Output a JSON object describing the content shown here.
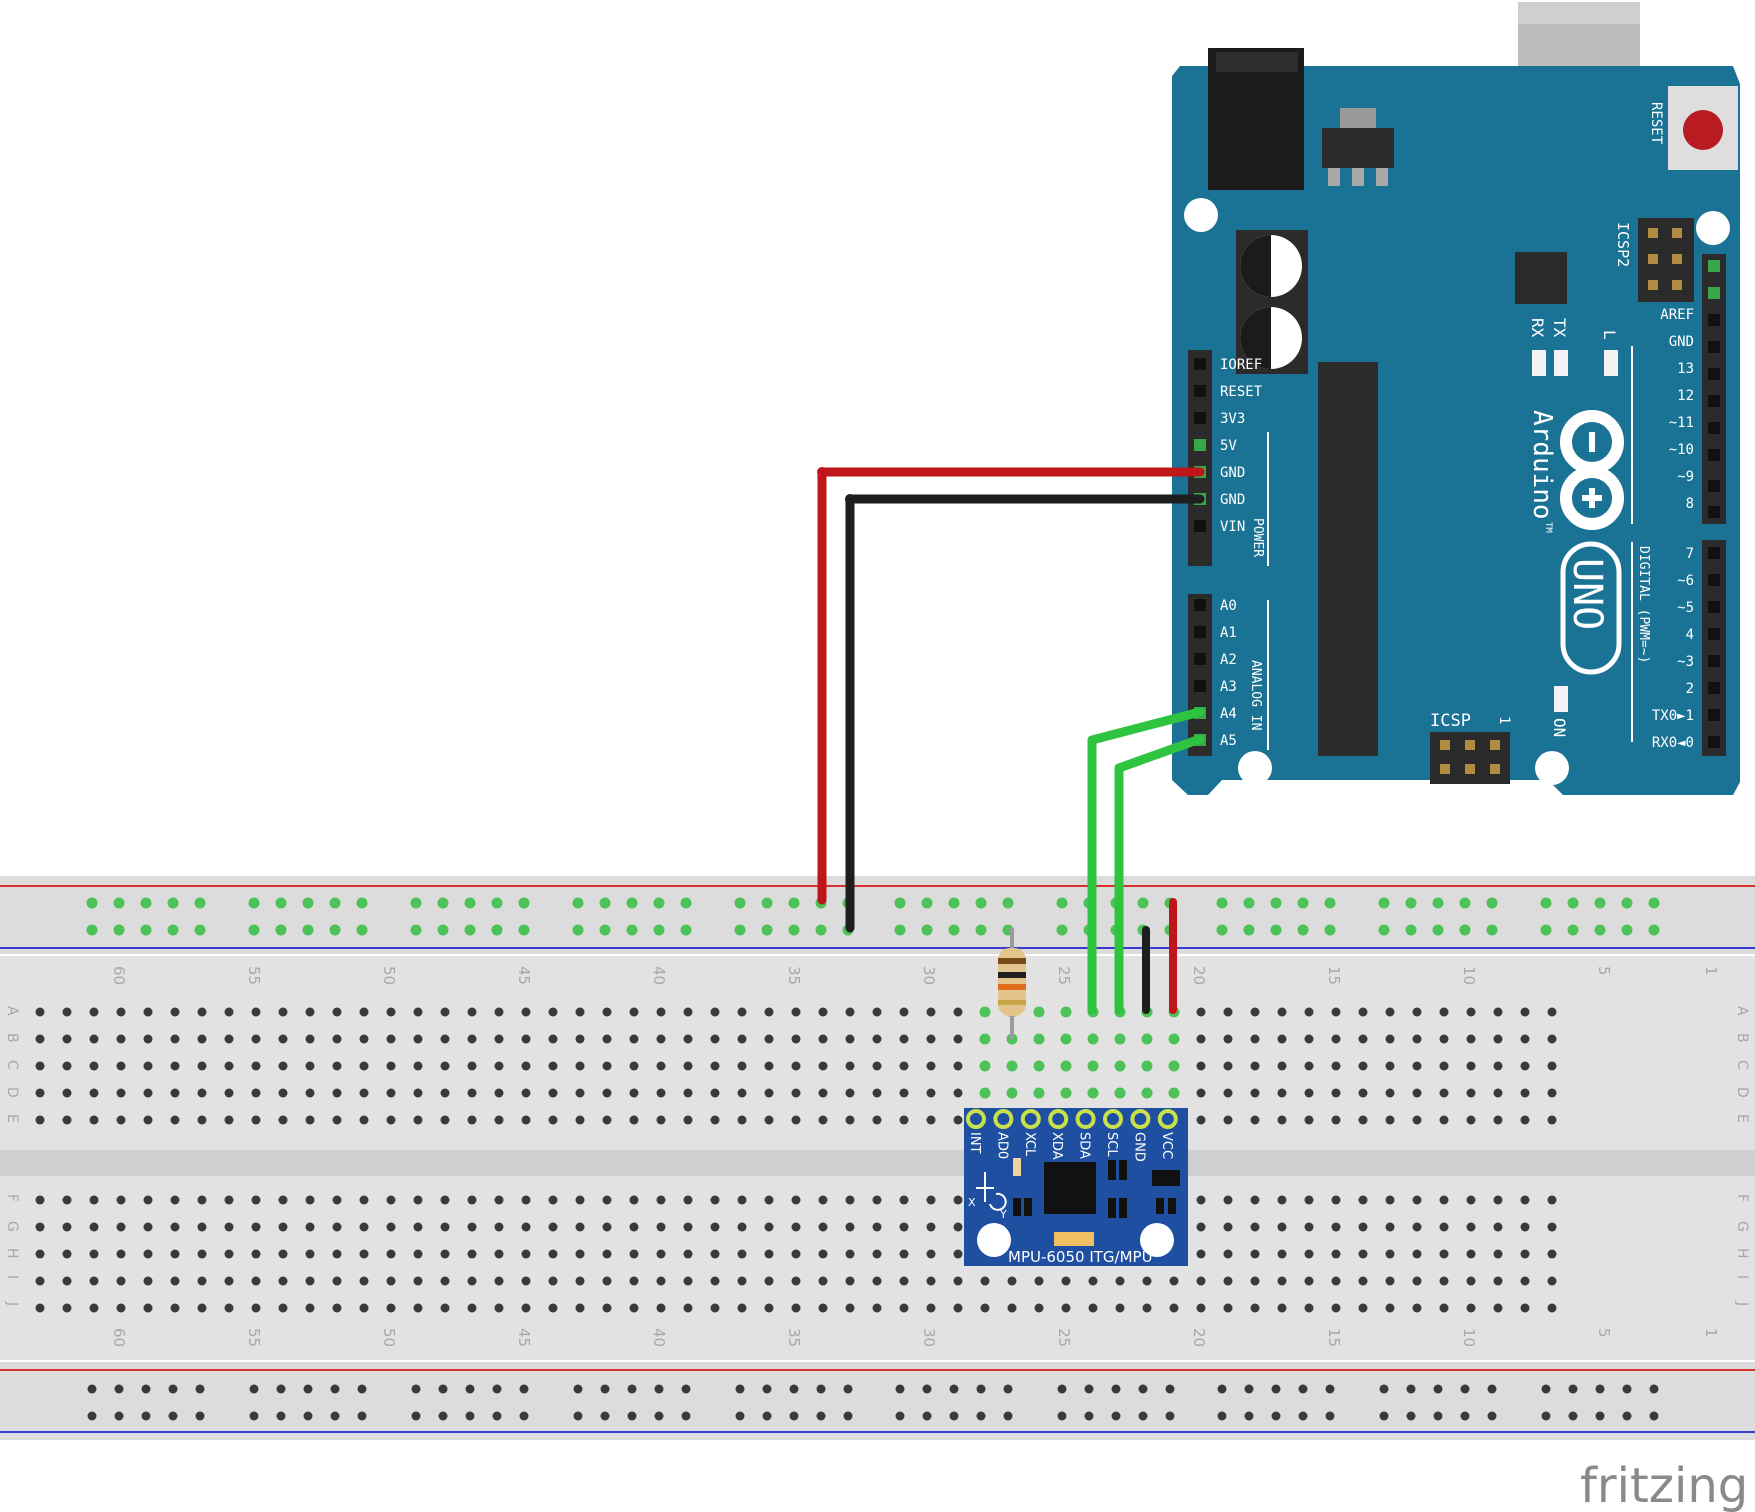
{
  "arduino": {
    "reset_label": "RESET",
    "icsp2_label": "ICSP2",
    "icsp_label": "ICSP",
    "icsp_pin1": "1",
    "rx_label": "RX",
    "tx_label": "TX",
    "l_label": "L",
    "on_label": "ON",
    "brand": "Arduino",
    "tm": "TM",
    "model": "UNO",
    "power_group": "POWER",
    "analog_group": "ANALOG IN",
    "digital_group": "DIGITAL (PWM=~)",
    "power_pins": [
      "IOREF",
      "RESET",
      "3V3",
      "5V",
      "GND",
      "GND",
      "VIN"
    ],
    "analog_pins": [
      "A0",
      "A1",
      "A2",
      "A3",
      "A4",
      "A5"
    ],
    "digital_top": [
      "AREF",
      "GND",
      "13",
      "12",
      "~11",
      "~10",
      "~9",
      "8"
    ],
    "digital_bottom": [
      "7",
      "~6",
      "~5",
      "4",
      "~3",
      "2",
      "TX0►1",
      "RX0◄0"
    ]
  },
  "breadboard": {
    "rows_top": [
      "A",
      "B",
      "C",
      "D",
      "E"
    ],
    "rows_bottom": [
      "F",
      "G",
      "H",
      "I",
      "J"
    ],
    "column_numbers": [
      "60",
      "55",
      "50",
      "45",
      "40",
      "35",
      "30",
      "25",
      "20",
      "15",
      "10",
      "5",
      "1"
    ]
  },
  "module": {
    "pins": [
      "INT",
      "AD0",
      "XCL",
      "XDA",
      "SDA",
      "SCL",
      "GND",
      "VCC"
    ],
    "name": "MPU-6050 ITG/MPU",
    "axis_x": "X",
    "axis_y": "Y"
  },
  "watermark": "fritzing",
  "colors": {
    "board": "#1a7394",
    "board_dark": "#0f5e7a",
    "wire_red": "#c0161b",
    "wire_black": "#1e1e1e",
    "wire_green": "#2ec43f",
    "module_blue": "#1e4fa0",
    "breadboard": "#dcdcdc"
  }
}
